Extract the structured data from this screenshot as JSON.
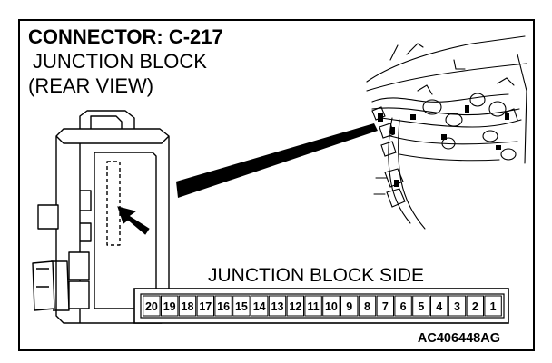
{
  "header": {
    "connector": "CONNECTOR: C-217",
    "line1": "JUNCTION BLOCK",
    "line2": "(REAR VIEW)"
  },
  "connector_side_label": "JUNCTION BLOCK SIDE",
  "pins": [
    "20",
    "19",
    "18",
    "17",
    "16",
    "15",
    "14",
    "13",
    "12",
    "11",
    "10",
    "9",
    "8",
    "7",
    "6",
    "5",
    "4",
    "3",
    "2",
    "1"
  ],
  "figure_code": "AC406448AG"
}
